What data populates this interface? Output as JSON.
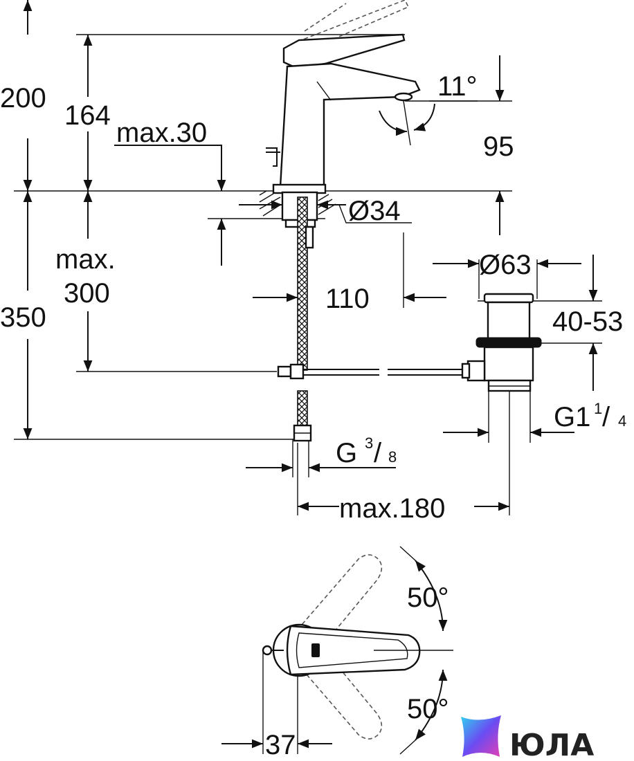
{
  "dimensions": {
    "total_height": "200",
    "spout_height": "164",
    "max_thickness": "max.30",
    "angle": "11°",
    "outlet_height": "95",
    "hole_diameter": "Ø34",
    "max_label": "max.",
    "max_value": "300",
    "total_length": "350",
    "reach": "110",
    "waste_diameter": "Ø63",
    "waste_range": "40-53",
    "waste_thread_prefix": "G1",
    "waste_thread_num": "1",
    "waste_thread_den": "4",
    "supply_thread_prefix": "G",
    "supply_thread_num": "3",
    "supply_thread_den": "8",
    "max_distance": "max.180"
  },
  "top_view": {
    "angle_up": "50°",
    "angle_down": "50°",
    "offset": "37"
  },
  "brand": {
    "name": "ЮЛА"
  }
}
